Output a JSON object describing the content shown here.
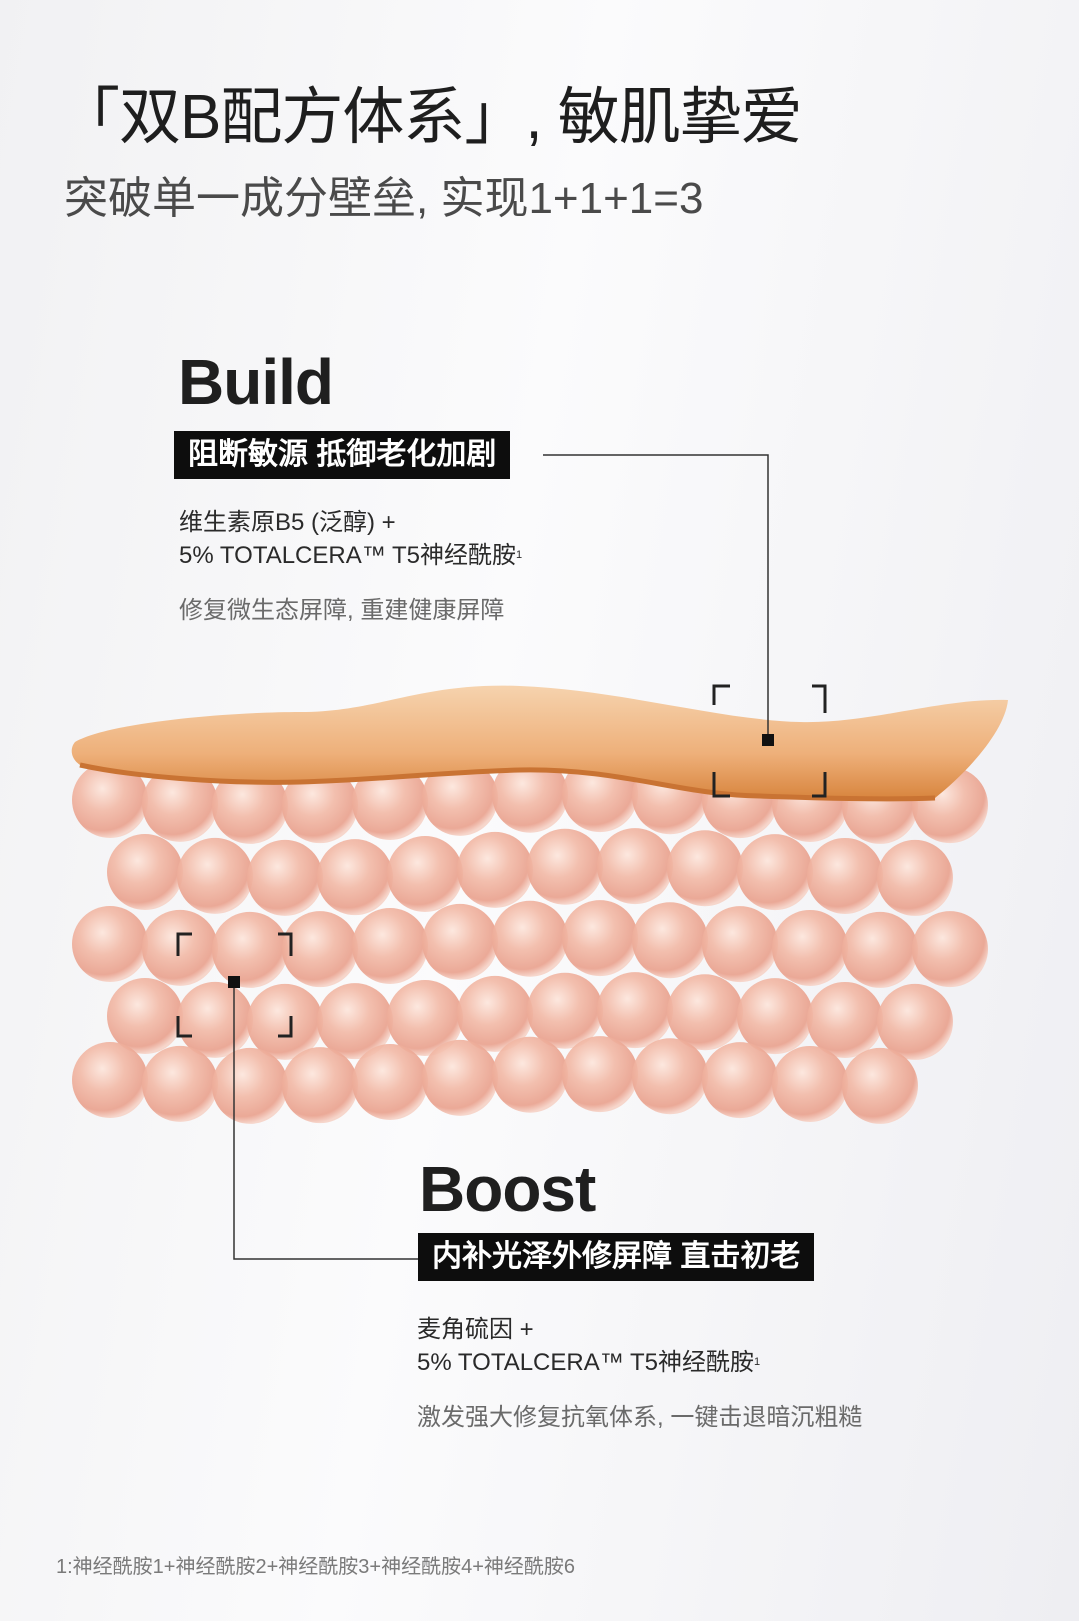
{
  "header": {
    "title": "「双B配方体系」, 敏肌挚爱",
    "subtitle": "突破单一成分壁垒, 实现1+1+1=3"
  },
  "build": {
    "heading": "Build",
    "tagline": "阻断敏源 抵御老化加剧",
    "ingredient_line1": "维生素原B5 (泛醇) +",
    "ingredient_line2": "5% TOTALCERA™ T5神经酰胺",
    "ingredient_sup": "1",
    "description": "修复微生态屏障, 重建健康屏障"
  },
  "boost": {
    "heading": "Boost",
    "tagline": "内补光泽外修屏障 直击初老",
    "ingredient_line1": "麦角硫因 +",
    "ingredient_line2": "5% TOTALCERA™ T5神经酰胺",
    "ingredient_sup": "1",
    "description": "激发强大修复抗氧体系, 一键击退暗沉粗糙"
  },
  "footnote": "1:神经酰胺1+神经酰胺2+神经酰胺3+神经酰胺4+神经酰胺6",
  "colors": {
    "skin_top": "#e9a463",
    "cell": "#f0b8a6",
    "label_bg": "#0d0d0d"
  }
}
